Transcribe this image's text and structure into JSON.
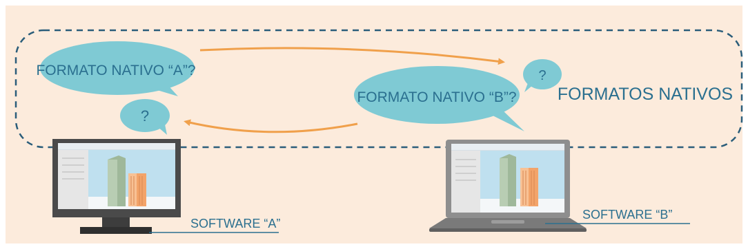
{
  "diagram": {
    "group_label": "FORMATOS NATIVOS",
    "bubble_a_text": "FORMATO NATIVO “A”?",
    "bubble_b_text": "FORMATO NATIVO “B”?",
    "question_a": "?",
    "question_b": "?",
    "software_a_label": "SOFTWARE “A”",
    "software_b_label": "SOFTWARE “B”"
  },
  "colors": {
    "background": "#fcebdc",
    "bubble": "#7fcad4",
    "text": "#2a6f8f",
    "arrow": "#f0a04b",
    "dashed_border": "#2a5d7a",
    "device_frame": "#4a4a4a",
    "laptop_frame": "#8e8e8e"
  }
}
